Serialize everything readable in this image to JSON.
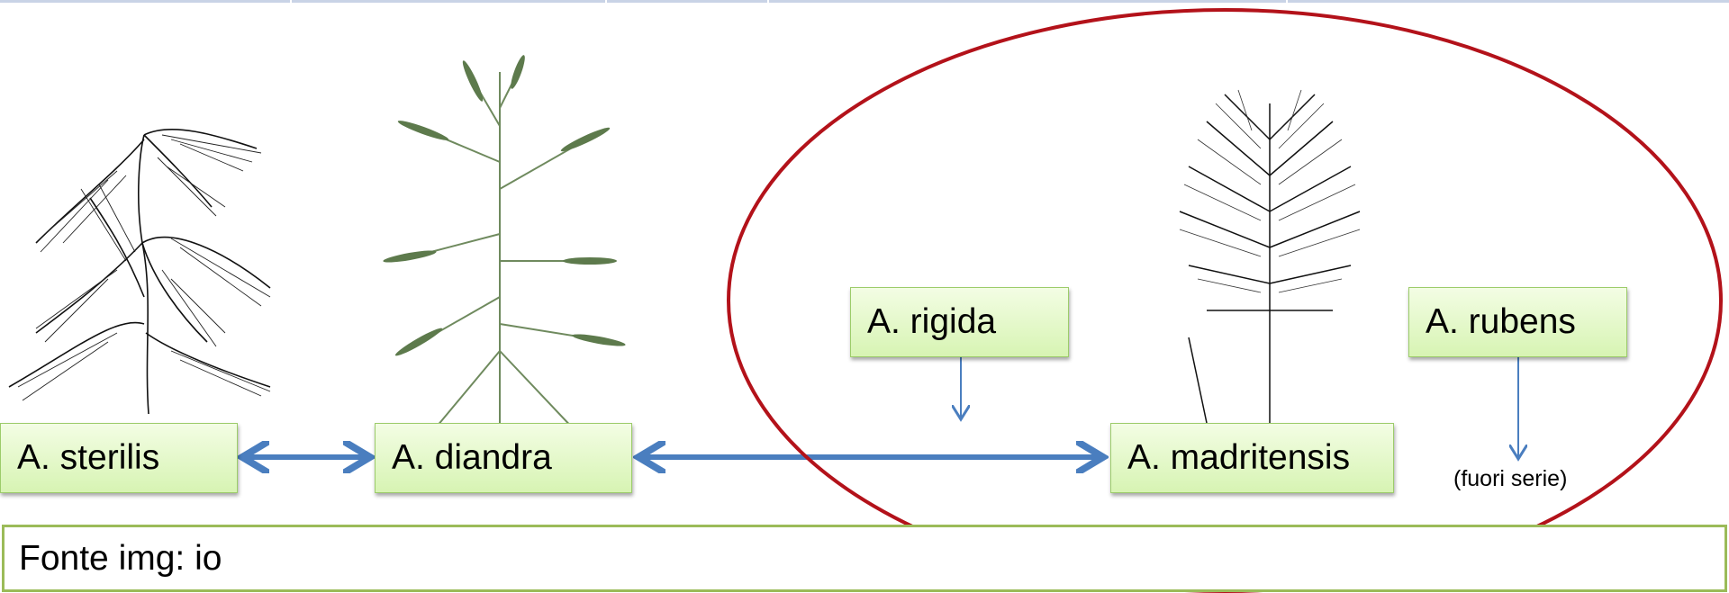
{
  "species": {
    "sterilis": "A. sterilis",
    "diandra": "A. diandra",
    "rigida": "A. rigida",
    "madritensis": "A. madritensis",
    "rubens": "A. rubens"
  },
  "note_fuori_serie": "(fuori serie)",
  "source_caption": "Fonte img: io",
  "colors": {
    "box_fill": "#d7f4b3",
    "box_border": "#9ccc6a",
    "arrow": "#4a7ebf",
    "ellipse": "#b3121a",
    "caption_border": "#9bbb59"
  },
  "icons": [
    "oat-panicle-drawing-icon",
    "grass-photo-icon",
    "brome-spike-drawing-icon"
  ]
}
